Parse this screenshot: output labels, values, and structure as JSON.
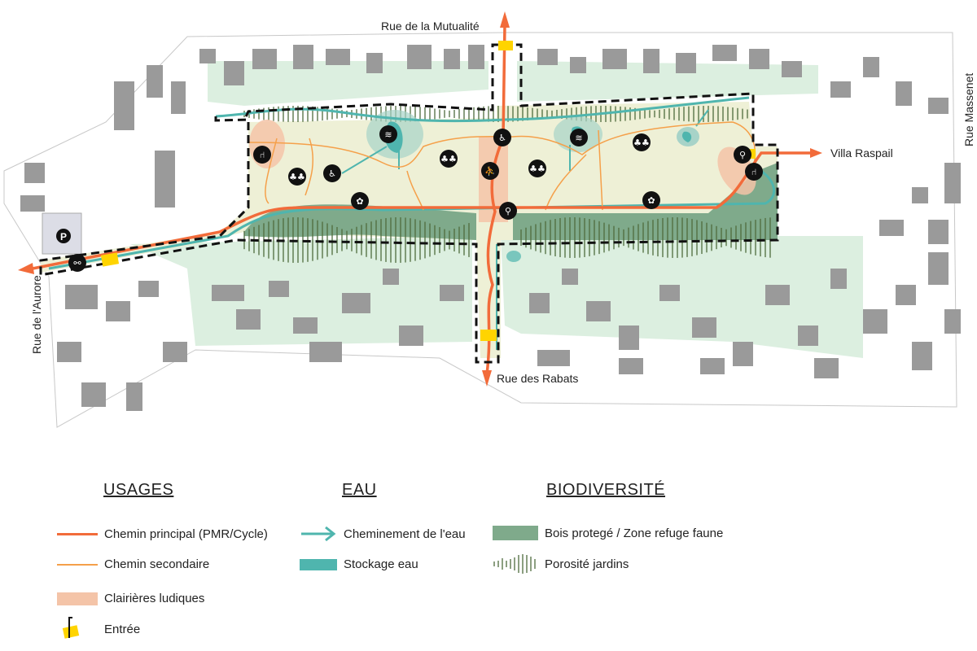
{
  "streets": {
    "north": "Rue de la Mutualité",
    "east": "Villa Raspail",
    "east_vertical": "Rue Massenet",
    "west": "Rue de l'Aurore",
    "south": "Rue des Rabats",
    "parking": "P"
  },
  "legend": {
    "usages": {
      "title": "USAGES",
      "items": [
        "Chemin principal (PMR/Cycle)",
        "Chemin secondaire",
        "Clairières ludiques",
        "Entrée"
      ]
    },
    "eau": {
      "title": "EAU",
      "items": [
        "Cheminement de l'eau",
        "Stockage eau"
      ]
    },
    "biodiversite": {
      "title": "BIODIVERSITÉ",
      "items": [
        "Bois protegé / Zone refuge faune",
        "Porosité jardins"
      ]
    }
  },
  "colors": {
    "main_path": "#f26b3a",
    "secondary_path": "#f5a04a",
    "clearing": "#f4c4a8",
    "water": "#4fb5ae",
    "wood": "#7faa8b",
    "garden": "#dcefe0",
    "park": "#eef0d6",
    "building": "#9a9a9a",
    "entry": "#ffd400"
  },
  "icons": [
    "accessibility-icon",
    "trees-icon",
    "water-icon",
    "play-icon",
    "sport-icon",
    "fauna-icon",
    "bench-icon",
    "bike-icon"
  ]
}
